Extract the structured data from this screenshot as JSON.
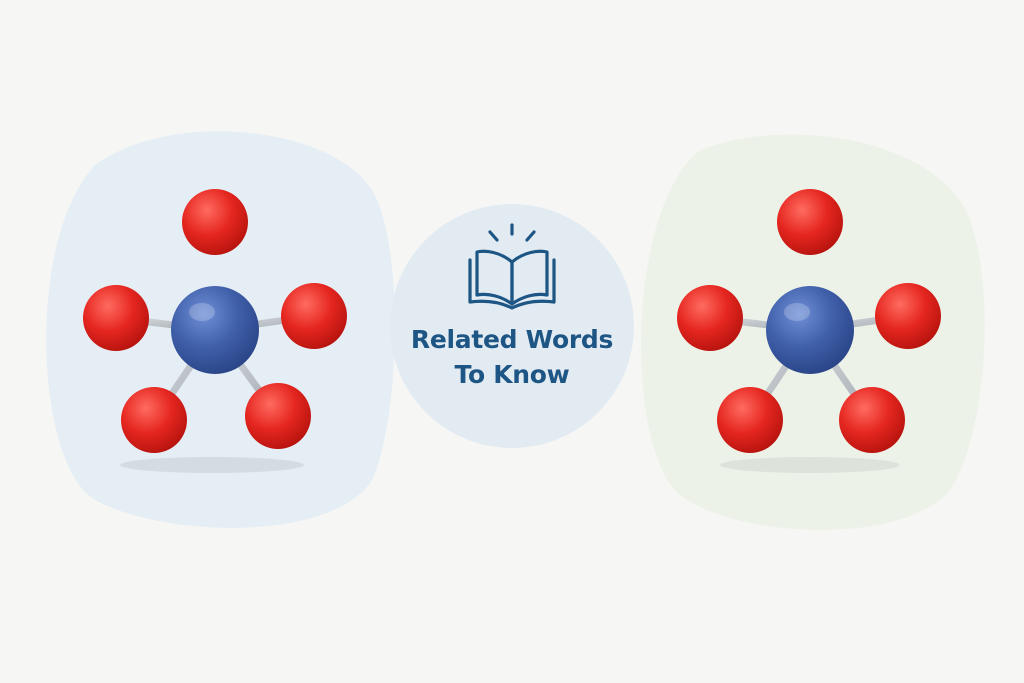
{
  "center_badge": {
    "line1": "Related Words",
    "line2": "To Know",
    "icon": "open-book-icon"
  },
  "molecules": [
    {
      "name": "molecule-left",
      "central_atom_color": "#3f5fa9",
      "outer_atom_color": "#e52620",
      "outer_atom_count": 5
    },
    {
      "name": "molecule-right",
      "central_atom_color": "#3f5fa9",
      "outer_atom_color": "#e52620",
      "outer_atom_count": 5
    }
  ],
  "colors": {
    "background": "#f6f7f4",
    "left_blob": "#e6eef5",
    "right_blob": "#edf2e8",
    "badge": "#e3ebf2",
    "text": "#1d5585",
    "bond": "#b8bec4"
  }
}
